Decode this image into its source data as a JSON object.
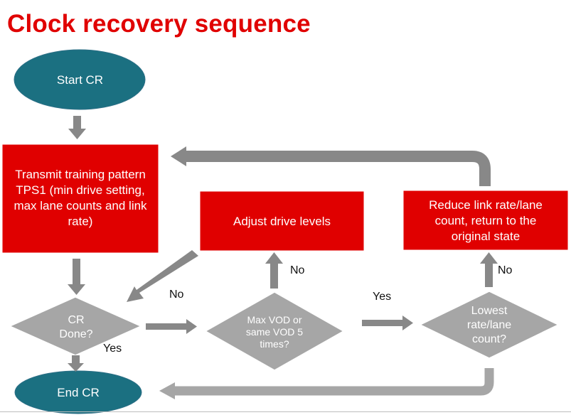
{
  "title": "Clock recovery sequence",
  "nodes": {
    "start": {
      "text": "Start CR"
    },
    "transmit": {
      "text": "Transmit training pattern TPS1 (min drive setting, max lane counts and link rate)"
    },
    "adjust": {
      "text": "Adjust drive levels"
    },
    "reduce": {
      "text": "Reduce link rate/lane count, return to the original state"
    },
    "cr_done": {
      "text": "CR Done?"
    },
    "max_vod": {
      "text": "Max VOD or same VOD 5 times?"
    },
    "lowest": {
      "text": "Lowest rate/lane count?"
    },
    "end": {
      "text": "End CR"
    }
  },
  "edge_labels": {
    "cr_done_no": "No",
    "cr_done_yes": "Yes",
    "max_vod_no": "No",
    "max_vod_yes": "Yes",
    "lowest_no": "No"
  },
  "colors": {
    "title": "#e00000",
    "process_fill": "#e00000",
    "terminator_fill": "#1b7081",
    "decision_fill": "#a6a6a6",
    "arrow": "#888888"
  }
}
